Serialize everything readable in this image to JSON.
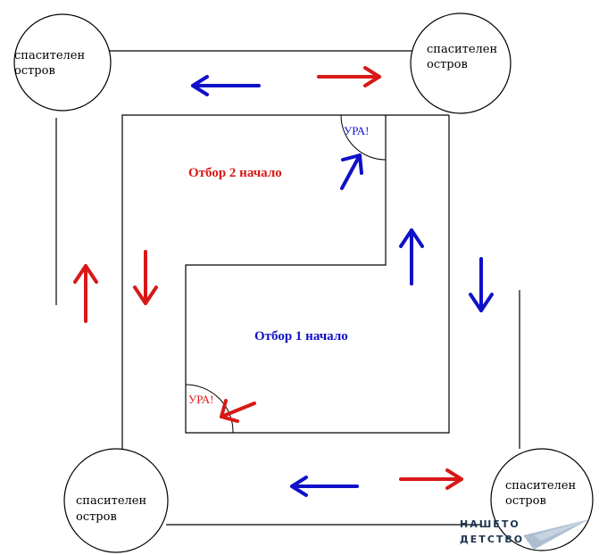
{
  "islands": {
    "top_left": "спасителен\nостров",
    "top_right": "спасителен\nостров",
    "bottom_left": "спасителен\nостров",
    "bottom_right": "спасителен\nостров"
  },
  "teams": {
    "team2_start": "Отбор 2 начало",
    "team1_start": "Отбор 1 начало"
  },
  "goals": {
    "team2_goal": "УРА!",
    "team1_goal": "УРА!"
  },
  "logo": {
    "line1": "НАШЕТО",
    "line2": "ДЕТСТВО"
  },
  "colors": {
    "team1": "#1010c8",
    "team2": "#d81818",
    "lines": "#000000"
  }
}
